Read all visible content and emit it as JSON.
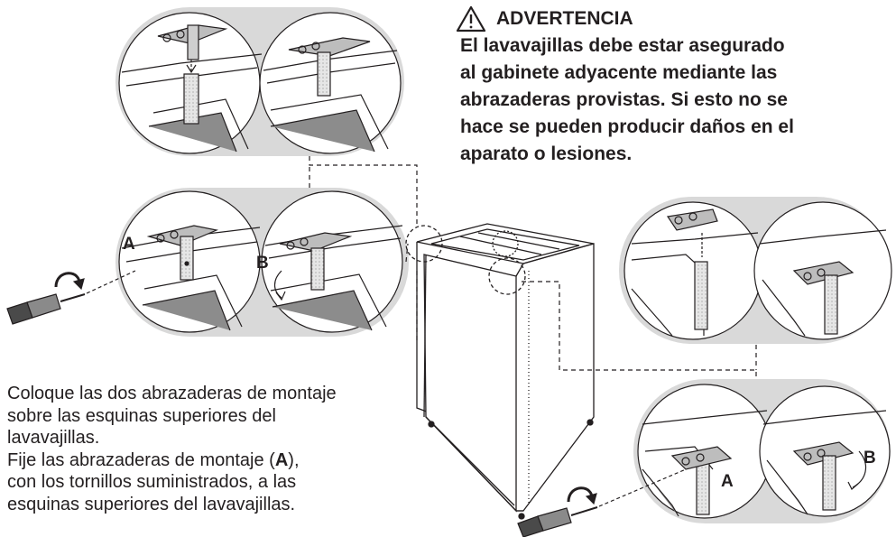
{
  "warning": {
    "title": "ADVERTENCIA",
    "lines": [
      "El lavavajillas debe estar asegurado",
      "al gabinete adyacente mediante las",
      "abrazaderas provistas. Si esto no se",
      "hace se pueden producir daños en el",
      "aparato o lesiones."
    ]
  },
  "instructions": {
    "line1": "Coloque las dos abrazaderas de montaje",
    "line2": "sobre las esquinas superiores del",
    "line3": "lavavajillas.",
    "line4_pre": "Fije las abrazaderas de montaje (",
    "line4_bold": "A",
    "line4_post": "),",
    "line5": "con los tornillos suministrados, a las",
    "line6": "esquinas superiores del lavavajillas."
  },
  "labels": {
    "left_a": "A",
    "left_b": "B",
    "right_a": "A",
    "right_b": "B"
  },
  "colors": {
    "text": "#231f20",
    "panel_fill": "#d9d9d9",
    "line": "#231f20"
  }
}
